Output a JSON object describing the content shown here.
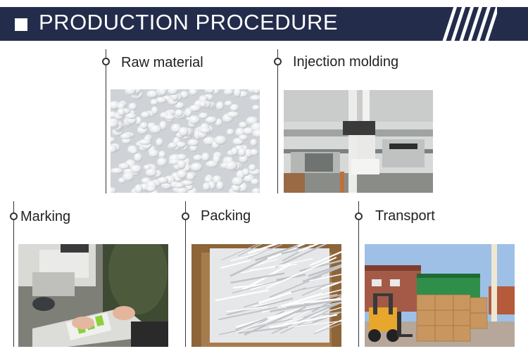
{
  "header": {
    "title": "PRODUCTION PROCEDURE",
    "bar_color": "#232c4b"
  },
  "steps": [
    {
      "label": "Raw material"
    },
    {
      "label": "Injection molding"
    },
    {
      "label": "Marking"
    },
    {
      "label": "Packing"
    },
    {
      "label": "Transport"
    }
  ]
}
